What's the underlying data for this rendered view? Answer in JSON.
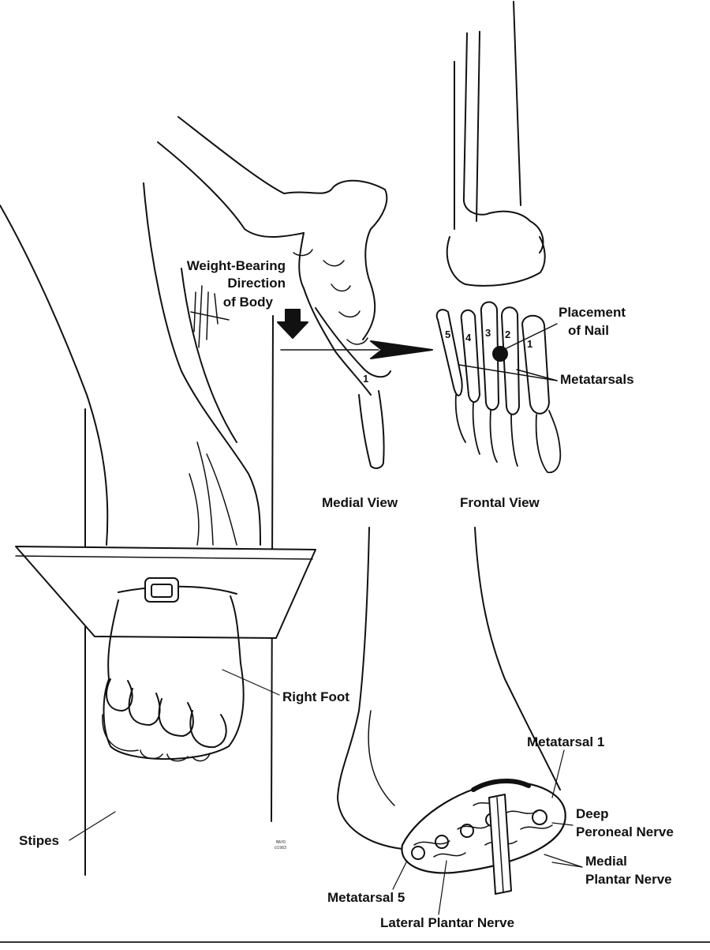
{
  "labels": {
    "weight_bearing": "Weight-Bearing",
    "direction": "Direction",
    "of_body": "of Body",
    "placement": "Placement",
    "of_nail": "of Nail",
    "metatarsals": "Metatarsals",
    "medial_view": "Medial View",
    "frontal_view": "Frontal View",
    "right_foot": "Right Foot",
    "stipes": "Stipes",
    "metatarsal_1": "Metatarsal 1",
    "deep": "Deep",
    "peroneal_nerve": "Peroneal Nerve",
    "medial": "Medial",
    "plantar_nerve": "Plantar Nerve",
    "metatarsal_5": "Metatarsal 5",
    "lateral_plantar_nerve": "Lateral Plantar Nerve"
  },
  "bone_numbers": {
    "n1_medial": "1",
    "n5": "5",
    "n4": "4",
    "n3": "3",
    "n2": "2",
    "n1_frontal": "1"
  },
  "stamp": {
    "line1": "MAYO",
    "line2": "©1983"
  }
}
